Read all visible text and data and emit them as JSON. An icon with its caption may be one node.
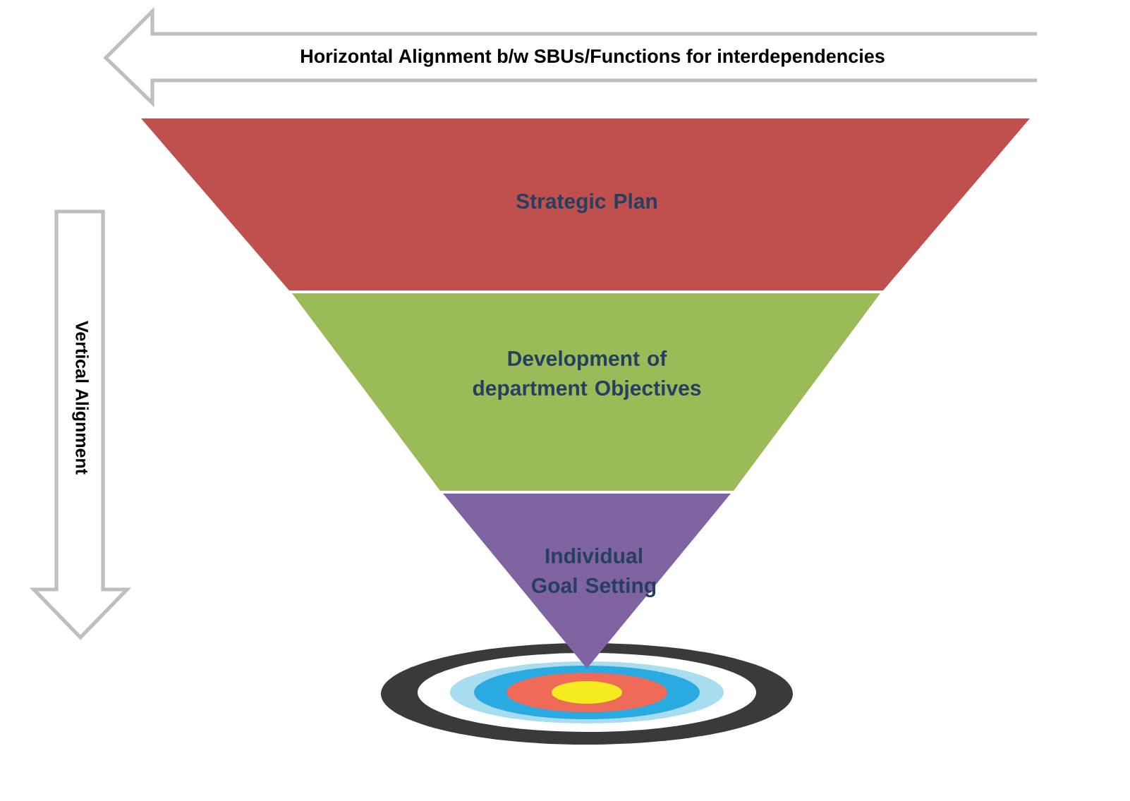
{
  "diagram": {
    "nodes": [
      {
        "text": [
          "Horizontal Alignment b/w SBUs/Functions for interdependencies"
        ]
      },
      {
        "text": [
          "Vertical Alignment"
        ]
      },
      {
        "text": [
          "Strategic Plan"
        ]
      },
      {
        "text": [
          "Development of department Objectives"
        ]
      },
      {
        "text": [
          "Individual Goal Setting"
        ]
      }
    ]
  }
}
